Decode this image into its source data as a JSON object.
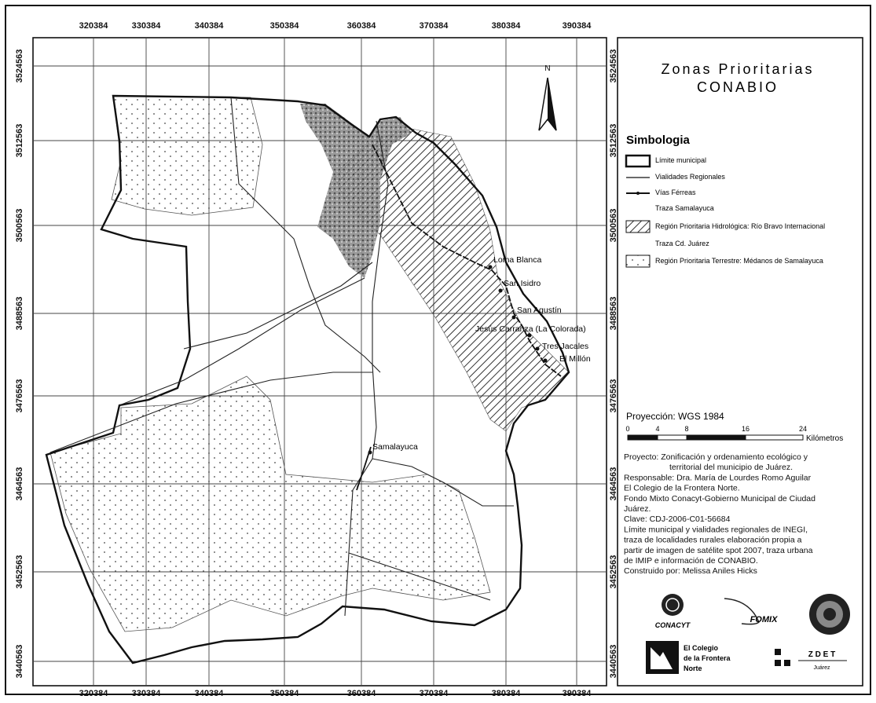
{
  "map": {
    "title_line1": "Zonas Prioritarias",
    "title_line2": "CONABIO",
    "north_label": "N",
    "x_ticks": [
      "320384",
      "330384",
      "340384",
      "350384",
      "360384",
      "370384",
      "380384",
      "390384"
    ],
    "y_ticks": [
      "3524563",
      "3512563",
      "3500563",
      "3488563",
      "3476563",
      "3464563",
      "3452563",
      "3440563"
    ],
    "places": [
      {
        "name": "Loma Blanca"
      },
      {
        "name": "San Isidro"
      },
      {
        "name": "San Agustín"
      },
      {
        "name": "Jesús Carranza (La Colorada)"
      },
      {
        "name": "Tres Jacales"
      },
      {
        "name": "El Millón"
      },
      {
        "name": "Samalayuca"
      }
    ]
  },
  "legend": {
    "heading": "Simbologia",
    "items": [
      {
        "label": "Límite municipal",
        "symbol": "box-thick"
      },
      {
        "label": "Vialidades Regionales",
        "symbol": "line"
      },
      {
        "label": "Vías Férreas",
        "symbol": "rail"
      },
      {
        "label": "Traza Samalayuca",
        "symbol": "none"
      },
      {
        "label": "Región Prioritaria Hidrológica: Río Bravo Internacional",
        "symbol": "hatch"
      },
      {
        "label": "Traza Cd. Juárez",
        "symbol": "none"
      },
      {
        "label": "Región Prioritaria Terrestre: Médanos de Samalayuca",
        "symbol": "dots"
      }
    ]
  },
  "projection": "Proyección: WGS 1984",
  "scale": {
    "labels": [
      "0",
      "4",
      "8",
      "16",
      "24"
    ],
    "unit": "Kilómetros"
  },
  "credits": {
    "lines": [
      "Proyecto: Zonificación y ordenamiento ecológico y",
      "territorial del municipio de Juárez.",
      "Responsable: Dra. María de Lourdes Romo Aguilar",
      "El Colegio de la Frontera Norte.",
      "Fondo Mixto Conacyt-Gobierno Municipal de Ciudad",
      "Juárez.",
      "Clave: CDJ-2006-C01-56684",
      "Límite municipal y vialidades regionales de INEGI,",
      "traza de localidades rurales elaboración propia a",
      "partir de imagen de satélite spot 2007, traza urbana",
      "de IMIP e información de CONABIO.",
      "Construido por: Melissa Aniles Hicks"
    ]
  },
  "logos": {
    "conacyt": "CONACYT",
    "fomix": "FOMIX",
    "colef_line1": "El Colegio",
    "colef_line2": "de la Frontera",
    "colef_line3": "Norte",
    "zdet": "Z D E T",
    "zdet_sub": "Juárez"
  }
}
